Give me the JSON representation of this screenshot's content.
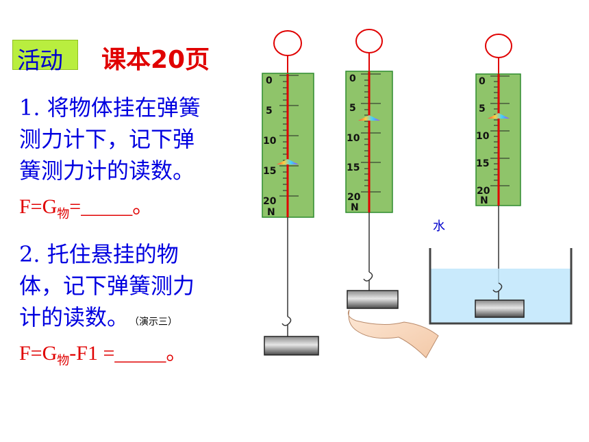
{
  "badge": {
    "label": "活动"
  },
  "title": "课本20页",
  "step1": {
    "lines": [
      "1. 将物体挂在弹簧",
      "测力计下，记下弹",
      "簧测力计的读数。"
    ],
    "formula": {
      "prefix": "F=G",
      "sub": "物",
      "suffix": "=_____。"
    }
  },
  "step2": {
    "lines": [
      "2. 托住悬挂的物",
      "体，记下弹簧测力",
      "计的读数。"
    ],
    "note": "（演示三）",
    "formula": {
      "prefix": "F=G",
      "sub": "物",
      "suffix": "-F1 =_____。"
    }
  },
  "gauge": {
    "ticks": [
      "0",
      "5",
      "10",
      "15",
      "20"
    ],
    "unit": "N"
  },
  "water_label": "水",
  "colors": {
    "text_blue": "#0000e0",
    "text_red": "#e00000",
    "gauge_green": "#8fc46a",
    "badge_green": "#b9ee3f",
    "water": "#bfe6fb"
  }
}
